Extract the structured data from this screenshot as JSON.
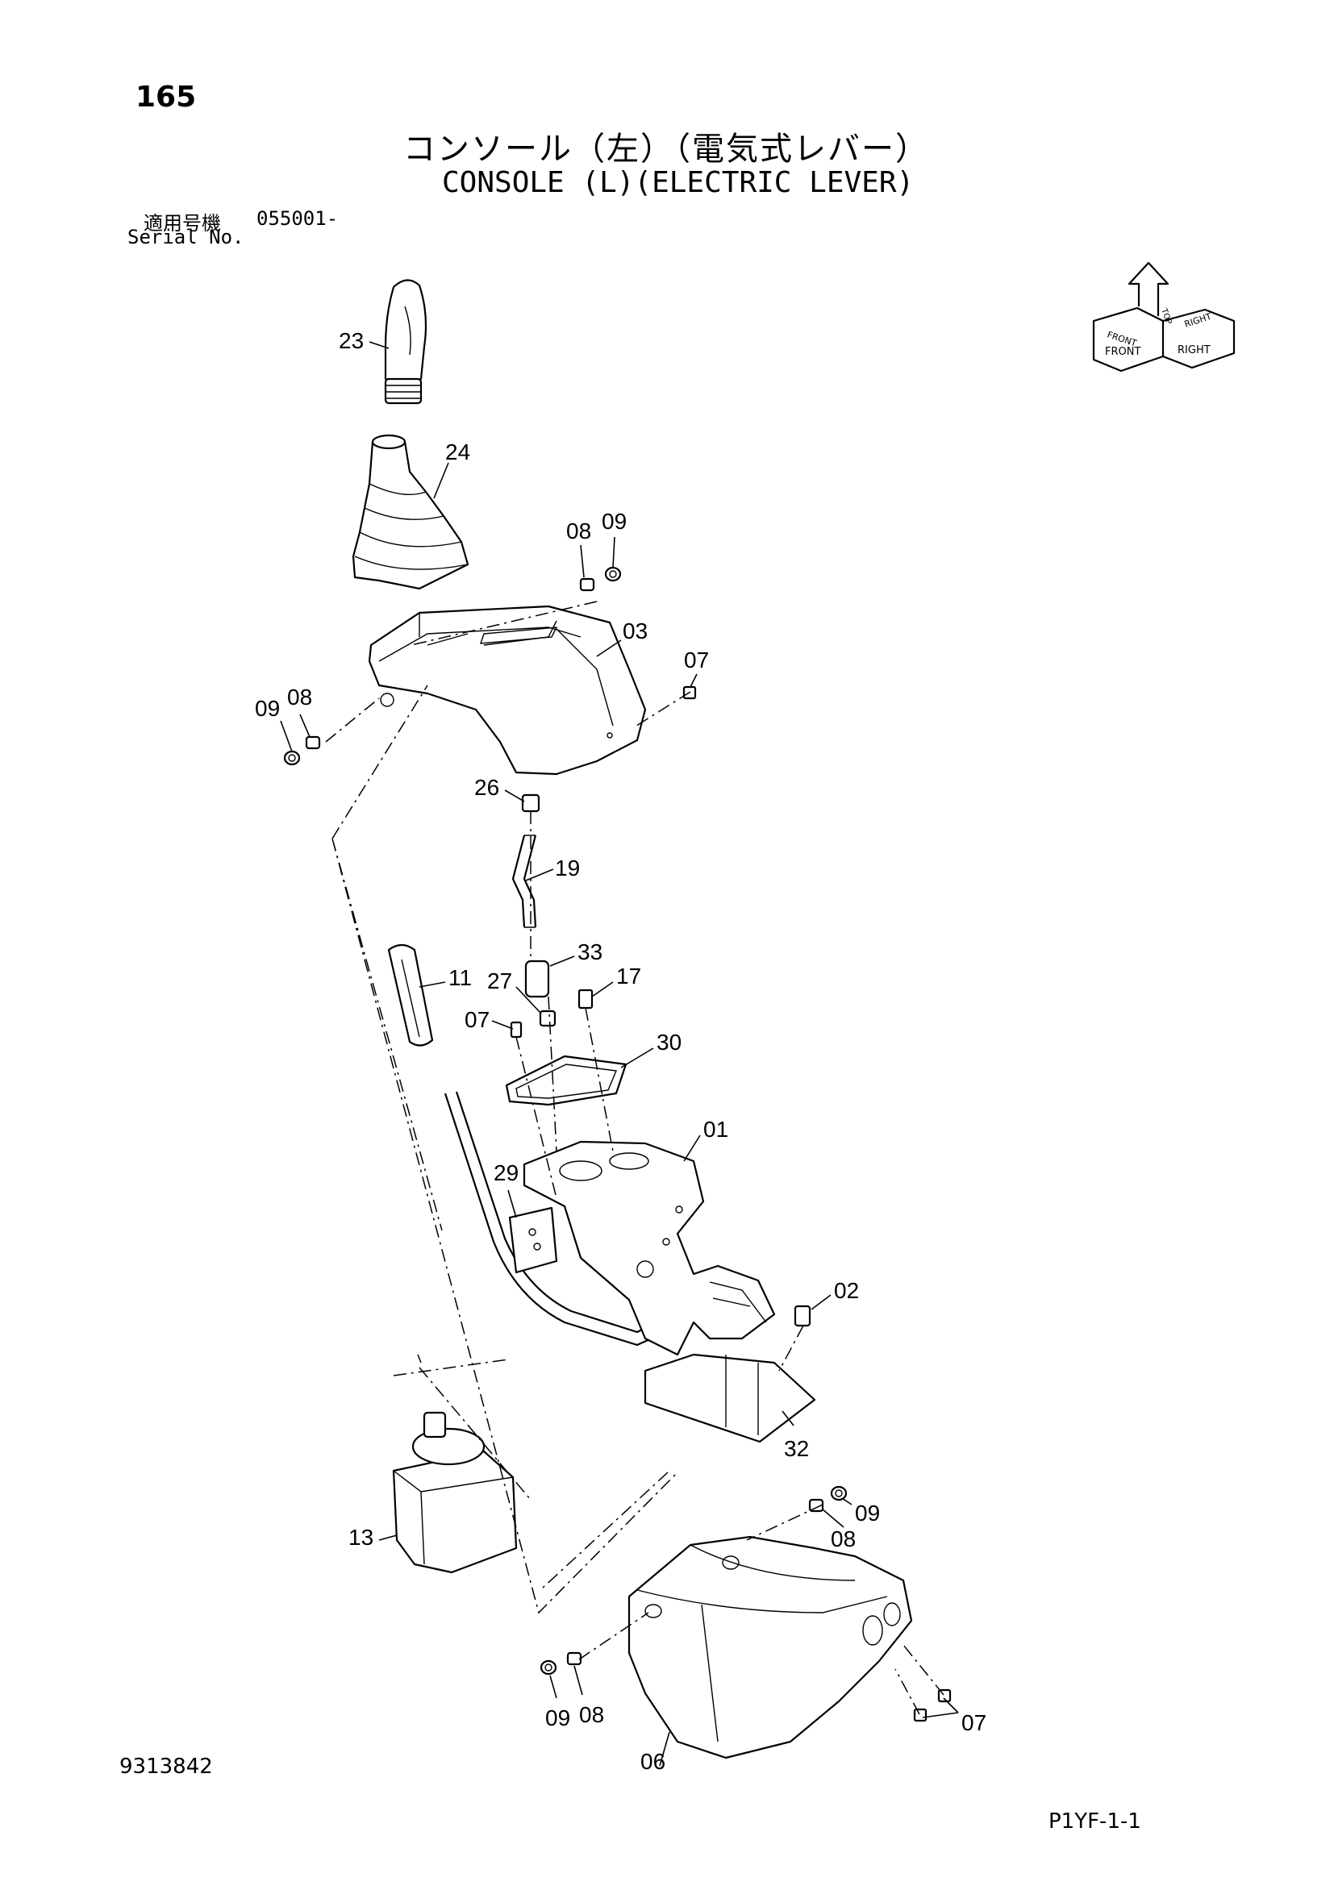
{
  "header": {
    "page_number": "165",
    "title_ja": "コンソール（左）（電気式レバー）",
    "title_en": "CONSOLE (L)(ELECTRIC LEVER)",
    "serial_label_ja": "適用号機",
    "serial_value": "055001-",
    "serial_label_en": "Serial No."
  },
  "footer": {
    "drawing_number": "9313842",
    "sheet_code": "P1YF-1-1"
  },
  "orientation_icon": {
    "labels": [
      "FRONT",
      "TOP",
      "RIGHT",
      "FRONT",
      "RIGHT"
    ]
  },
  "callouts": [
    "23",
    "24",
    "08",
    "09",
    "03",
    "07",
    "09",
    "08",
    "26",
    "19",
    "33",
    "11",
    "27",
    "17",
    "07",
    "30",
    "01",
    "29",
    "02",
    "32",
    "13",
    "09",
    "08",
    "09",
    "08",
    "06",
    "07"
  ]
}
